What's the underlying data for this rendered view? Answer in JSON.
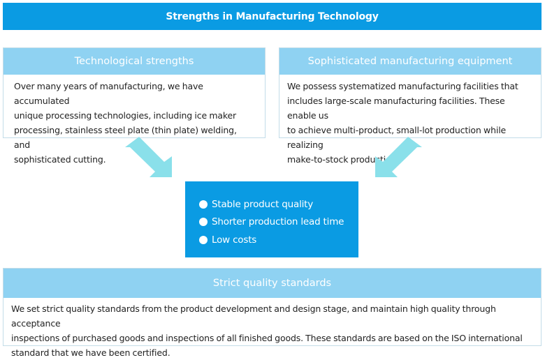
{
  "title": "Strengths in Manufacturing Technology",
  "technological": {
    "heading": "Technological strengths",
    "lines": [
      "Over many years of manufacturing, we have accumulated",
      "unique processing technologies, including ice maker",
      "processing, stainless steel plate (thin plate) welding, and",
      "sophisticated cutting."
    ]
  },
  "equipment": {
    "heading": "Sophisticated manufacturing equipment",
    "lines": [
      "We possess systematized manufacturing facilities that",
      "includes large-scale manufacturing facilities. These enable us",
      "to achieve multi-product, small-lot production while realizing",
      "make-to-stock production."
    ]
  },
  "results": [
    "Stable product quality",
    "Shorter production lead time",
    "Low costs"
  ],
  "quality": {
    "heading": "Strict quality standards",
    "lines": [
      "We set strict quality standards from the product development and design stage, and maintain high quality through acceptance",
      "inspections of purchased goods and inspections of all finished goods. These standards are based on the ISO international",
      "standard that we have been certified."
    ]
  },
  "colors": {
    "primary_blue": "#0a9be3",
    "light_blue": "#8fd2f2",
    "arrow_cyan": "#8ae0ea"
  }
}
